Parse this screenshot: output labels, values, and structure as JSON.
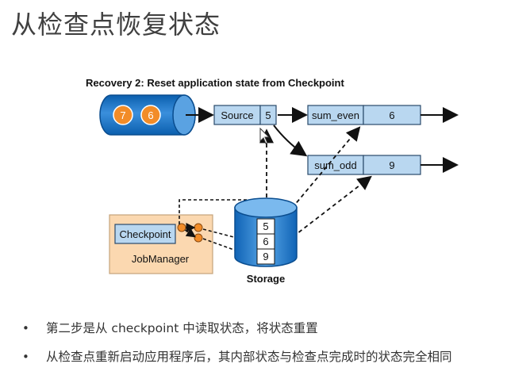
{
  "slide": {
    "title": "从检查点恢复状态"
  },
  "diagram": {
    "caption": "Recovery 2: Reset application state from Checkpoint",
    "input_stream": {
      "records": [
        "7",
        "6"
      ]
    },
    "source": {
      "label": "Source",
      "value": "5"
    },
    "sum_even": {
      "label": "sum_even",
      "value": "6"
    },
    "sum_odd": {
      "label": "sum_odd",
      "value": "9"
    },
    "storage": {
      "label": "Storage",
      "values": [
        "5",
        "6",
        "9"
      ]
    },
    "jobmanager": {
      "label": "JobManager",
      "checkpoint_label": "Checkpoint"
    },
    "colors": {
      "task_box": "#b9d7f0",
      "stream": "#1f78c8",
      "record": "#f28c28",
      "jobmanager_bg": "#fbd8b0"
    }
  },
  "bullets": [
    "第二步是从 checkpoint 中读取状态，将状态重置",
    "从检查点重新启动应用程序后，其内部状态与检查点完成时的状态完全相同"
  ]
}
